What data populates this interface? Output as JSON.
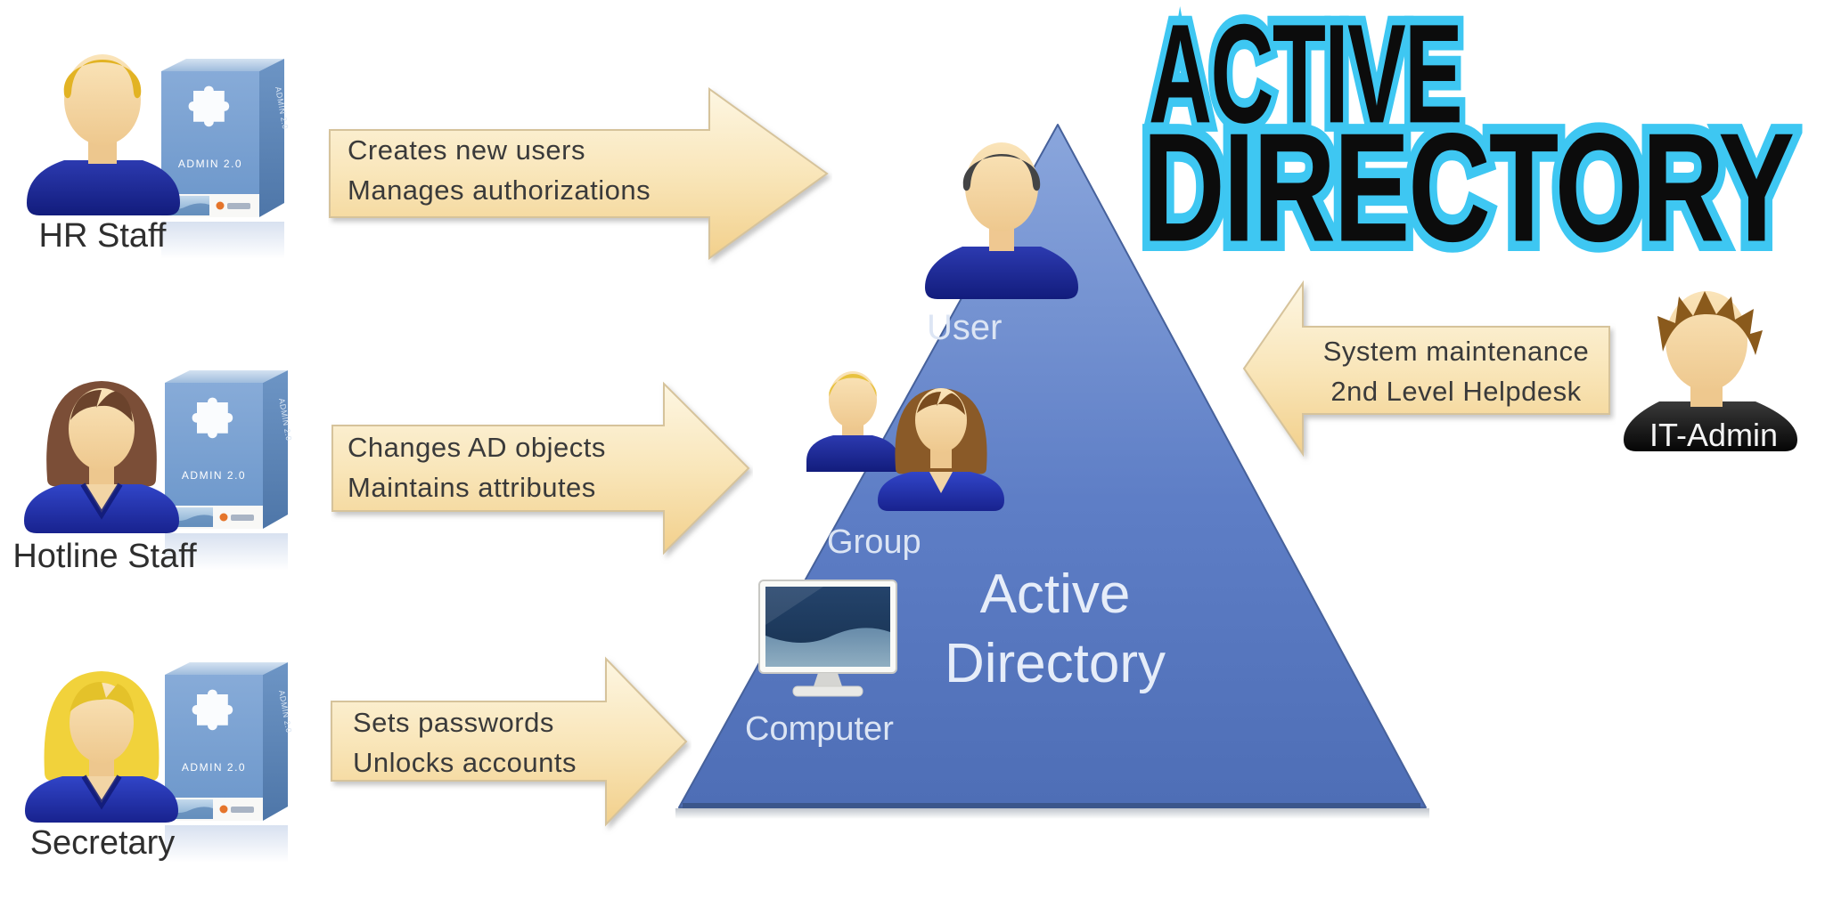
{
  "title": {
    "line1": "ACTIVE",
    "line2": "DIRECTORY",
    "fill_color": "#0c0c0c",
    "outline_color": "#3ec7f2"
  },
  "personas": [
    {
      "label": "HR Staff",
      "software_box_label": "ADMIN 2.0"
    },
    {
      "label": "Hotline Staff",
      "software_box_label": "ADMIN 2.0"
    },
    {
      "label": "Secretary",
      "software_box_label": "ADMIN 2.0"
    },
    {
      "label": "IT-Admin"
    }
  ],
  "arrows": [
    {
      "direction": "right",
      "lines": [
        "Creates new users",
        "Manages authorizations"
      ]
    },
    {
      "direction": "right",
      "lines": [
        "Changes AD objects",
        "Maintains attributes"
      ]
    },
    {
      "direction": "right",
      "lines": [
        "Sets passwords",
        "Unlocks accounts"
      ]
    },
    {
      "direction": "left",
      "lines": [
        "System maintenance",
        "2nd Level Helpdesk"
      ]
    }
  ],
  "pyramid": {
    "label_line1": "Active",
    "label_line2": "Directory",
    "levels": [
      {
        "label": "User"
      },
      {
        "label": "Group"
      },
      {
        "label": "Computer"
      }
    ],
    "fill_top": "#87a3da",
    "fill_bottom": "#4e6eb6",
    "border_color": "#46619b"
  },
  "icons": {
    "hr_staff": "person-blond-man-icon",
    "hotline_staff": "person-brown-hair-woman-icon",
    "secretary": "person-blonde-woman-icon",
    "user_level": "person-dark-hair-man-icon",
    "group_level": "two-people-icon",
    "computer_level": "monitor-icon",
    "it_admin": "person-spiky-hair-man-icon",
    "software_box": "software-box-puzzle-icon"
  },
  "colors": {
    "arrow_fill_top": "#fdf4dc",
    "arrow_fill_bottom": "#f3d290",
    "arrow_border": "#d6c39b",
    "arrow_text": "#3a3a3a",
    "persona_label_text": "#2e2e2e",
    "pyramid_text": "#e6edf9",
    "background": "#ffffff"
  }
}
